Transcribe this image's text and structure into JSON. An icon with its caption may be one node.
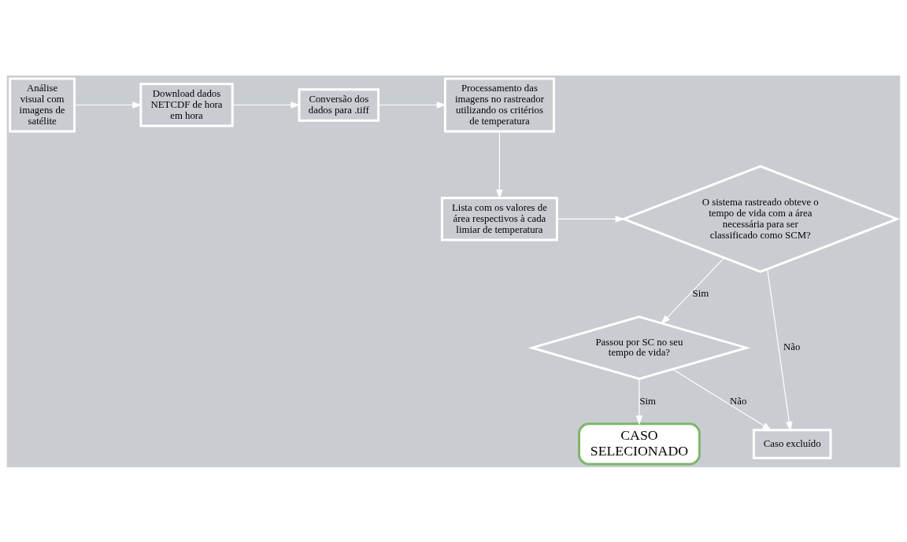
{
  "diagram": {
    "nodes": [
      {
        "text": [
          "Análise visual com imagens de satélite"
        ]
      },
      {
        "text": [
          "Download dados NETCDF de hora em hora"
        ]
      },
      {
        "text": [
          "Conversão dos dados para .tiff"
        ]
      },
      {
        "text": [
          "Processamento das imagens no rastreador utilizando os critérios de temperatura"
        ]
      },
      {
        "text": [
          "Lista com os valores de área respectivos à cada limiar de temperatura"
        ]
      },
      {
        "text": [
          "O sistema rastreado obteve o tempo de vida com a área necessária para ser classificado como SCM?"
        ]
      },
      {
        "text": [
          "Passou por SC no seu tempo de vida?"
        ]
      },
      {
        "text": [
          "Caso excluído"
        ]
      },
      {
        "text": [
          "CASO SELECIONADO"
        ]
      }
    ],
    "edges": [
      {
        "from": 0,
        "to": 1,
        "arrow": "to"
      },
      {
        "from": 1,
        "to": 2,
        "arrow": "to"
      },
      {
        "from": 2,
        "to": 3,
        "arrow": "to"
      },
      {
        "from": 3,
        "to": 4,
        "arrow": "to"
      },
      {
        "from": 4,
        "to": 5,
        "arrow": "to"
      },
      {
        "from": 5,
        "to": 7,
        "arrow": "to",
        "label": "Não"
      },
      {
        "from": 5,
        "to": 6,
        "arrow": "to",
        "label": "Sim"
      },
      {
        "from": 6,
        "to": 8,
        "arrow": "to",
        "label": "Sim"
      },
      {
        "from": 6,
        "to": 7,
        "arrow": "to",
        "label": "Não"
      }
    ]
  }
}
